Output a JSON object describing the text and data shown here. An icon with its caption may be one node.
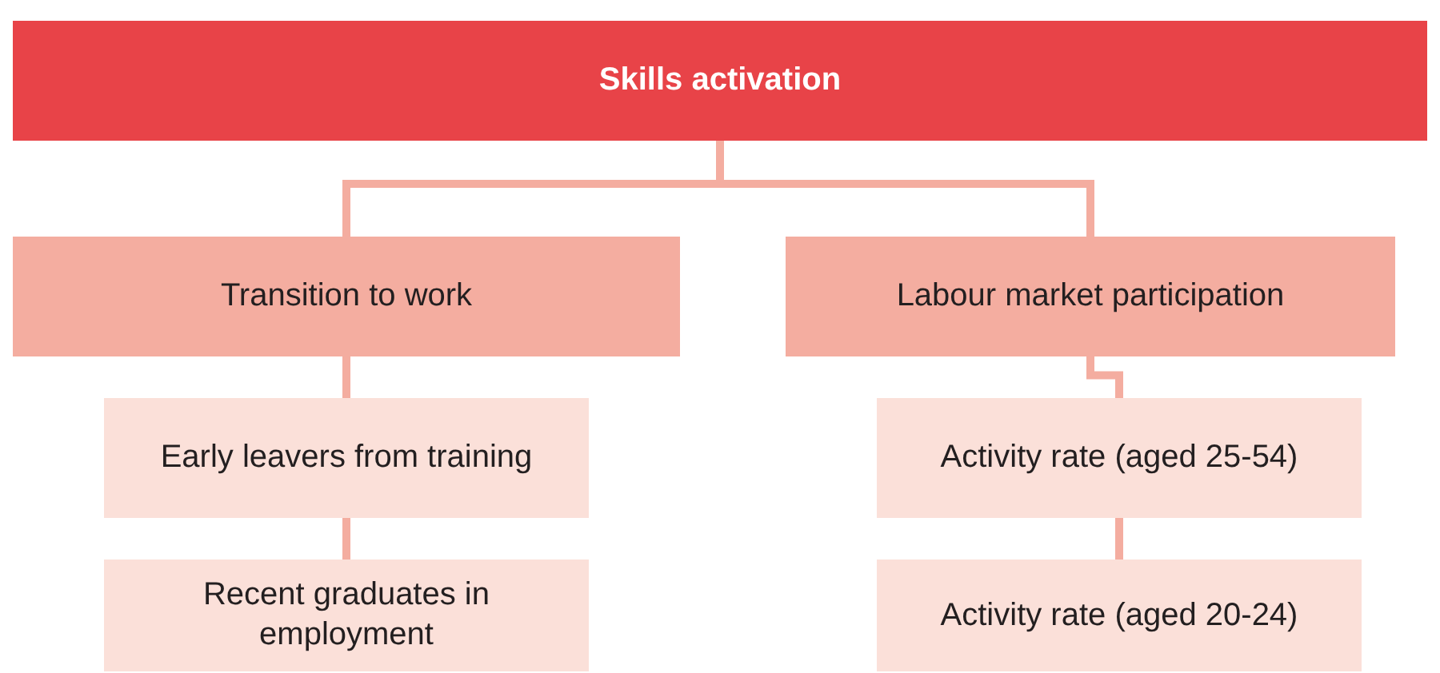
{
  "diagram": {
    "nodes": [
      {
        "text": [
          "Skills activation"
        ]
      },
      {
        "text": [
          "Transition to work"
        ]
      },
      {
        "text": [
          "Labour market participation"
        ]
      },
      {
        "text": [
          "Early leavers from training"
        ]
      },
      {
        "text": [
          "Recent graduates in employment"
        ]
      },
      {
        "text": [
          "Activity rate (aged 25-54)"
        ]
      },
      {
        "text": [
          "Activity rate (aged 20-24)"
        ]
      }
    ],
    "edges": [
      {
        "from": 0,
        "to": 1,
        "arrow": "none"
      },
      {
        "from": 0,
        "to": 2,
        "arrow": "none"
      },
      {
        "from": 1,
        "to": 3,
        "arrow": "none"
      },
      {
        "from": 3,
        "to": 4,
        "arrow": "none"
      },
      {
        "from": 2,
        "to": 5,
        "arrow": "none"
      },
      {
        "from": 5,
        "to": 6,
        "arrow": "none"
      }
    ]
  }
}
